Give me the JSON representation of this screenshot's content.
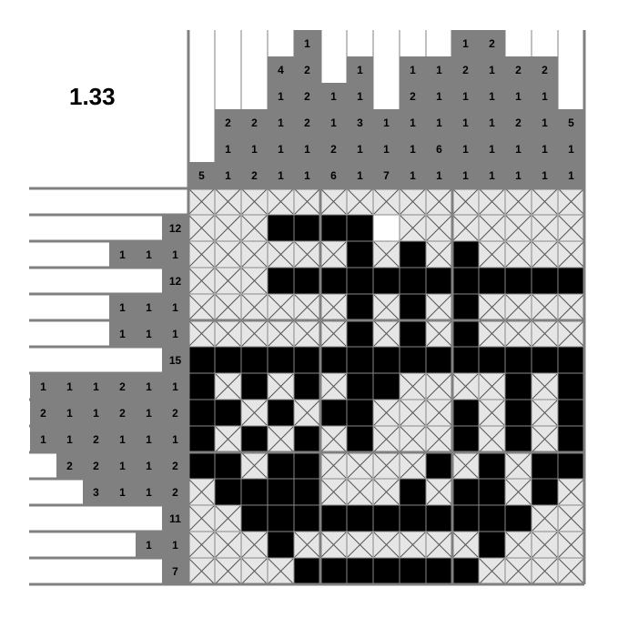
{
  "title": "1.33",
  "colors": {
    "filled": "#000000",
    "crossed_bg": "#e6e6e6",
    "cross": "#555555",
    "clue_bg": "#808080",
    "grid_line": "#888888",
    "frame": "#808080"
  },
  "column_clues": [
    [
      5
    ],
    [
      2,
      1,
      1
    ],
    [
      2,
      1,
      2
    ],
    [
      4,
      1,
      1,
      1,
      1
    ],
    [
      1,
      2,
      2,
      2,
      1,
      1
    ],
    [
      1,
      1,
      2,
      6
    ],
    [
      1,
      1,
      3,
      1,
      1
    ],
    [
      1,
      1,
      7
    ],
    [
      1,
      2,
      1,
      1,
      1
    ],
    [
      1,
      1,
      1,
      6,
      1
    ],
    [
      1,
      2,
      1,
      1,
      1,
      1
    ],
    [
      2,
      1,
      1,
      1,
      1,
      1
    ],
    [
      2,
      1,
      2,
      1,
      1
    ],
    [
      2,
      1,
      1,
      1,
      1
    ],
    [
      5,
      1,
      1
    ]
  ],
  "row_clues": [
    [],
    [
      12
    ],
    [
      1,
      1,
      1
    ],
    [
      12
    ],
    [
      1,
      1,
      1
    ],
    [
      1,
      1,
      1
    ],
    [
      15
    ],
    [
      1,
      1,
      1,
      2,
      1,
      1
    ],
    [
      2,
      1,
      1,
      2,
      1,
      2
    ],
    [
      1,
      1,
      2,
      1,
      1,
      1
    ],
    [
      2,
      2,
      1,
      1,
      2
    ],
    [
      3,
      1,
      1,
      2
    ],
    [
      11
    ],
    [
      1,
      1
    ],
    [
      7
    ]
  ],
  "grid": [
    "XXXXXXXXXXXXXXX",
    "XXX####.XXXXXXX",
    "XXXXXX#X#X#XXXX",
    "XXX############",
    "XXXXXX#X#X#XXXX",
    "XXXXXX#X#X#XXXX",
    "###############",
    "#X#X#X##XXXX#X#",
    "##X#X##XXX#X#X#",
    "#X#X#X#XXX#X#X#",
    "##X##XXXX#X#X##",
    "X####XXX#X##X#X",
    "XX###########XX",
    "XXX#XXXXXXX#XXX",
    "XXXX#######XXXX"
  ]
}
